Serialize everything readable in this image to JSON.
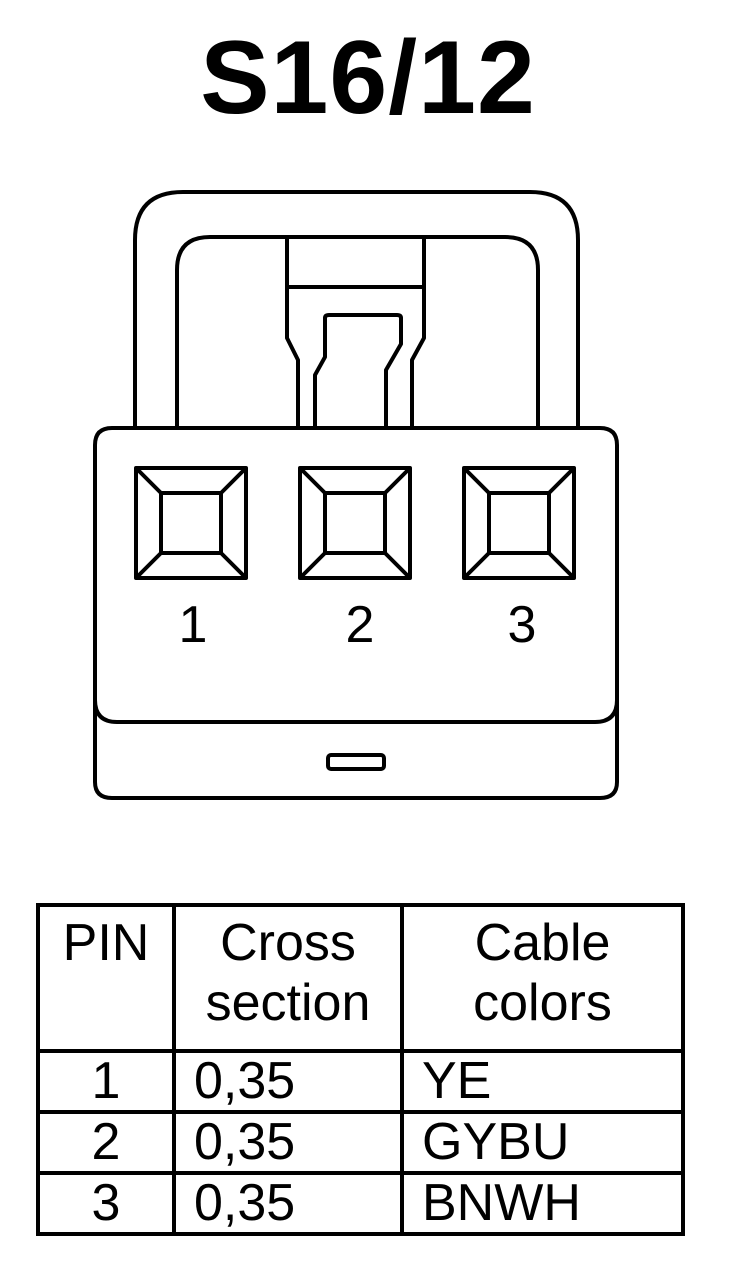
{
  "title": "S16/12",
  "connector": {
    "pin_labels": [
      "1",
      "2",
      "3"
    ]
  },
  "table": {
    "headers": {
      "pin": "PIN",
      "cross_section": [
        "Cross",
        "section"
      ],
      "cable_colors": [
        "Cable",
        "colors"
      ]
    },
    "rows": [
      {
        "pin": "1",
        "cross_section": "0,35",
        "color": "YE"
      },
      {
        "pin": "2",
        "cross_section": "0,35",
        "color": "GYBU"
      },
      {
        "pin": "3",
        "cross_section": "0,35",
        "color": "BNWH"
      }
    ]
  }
}
